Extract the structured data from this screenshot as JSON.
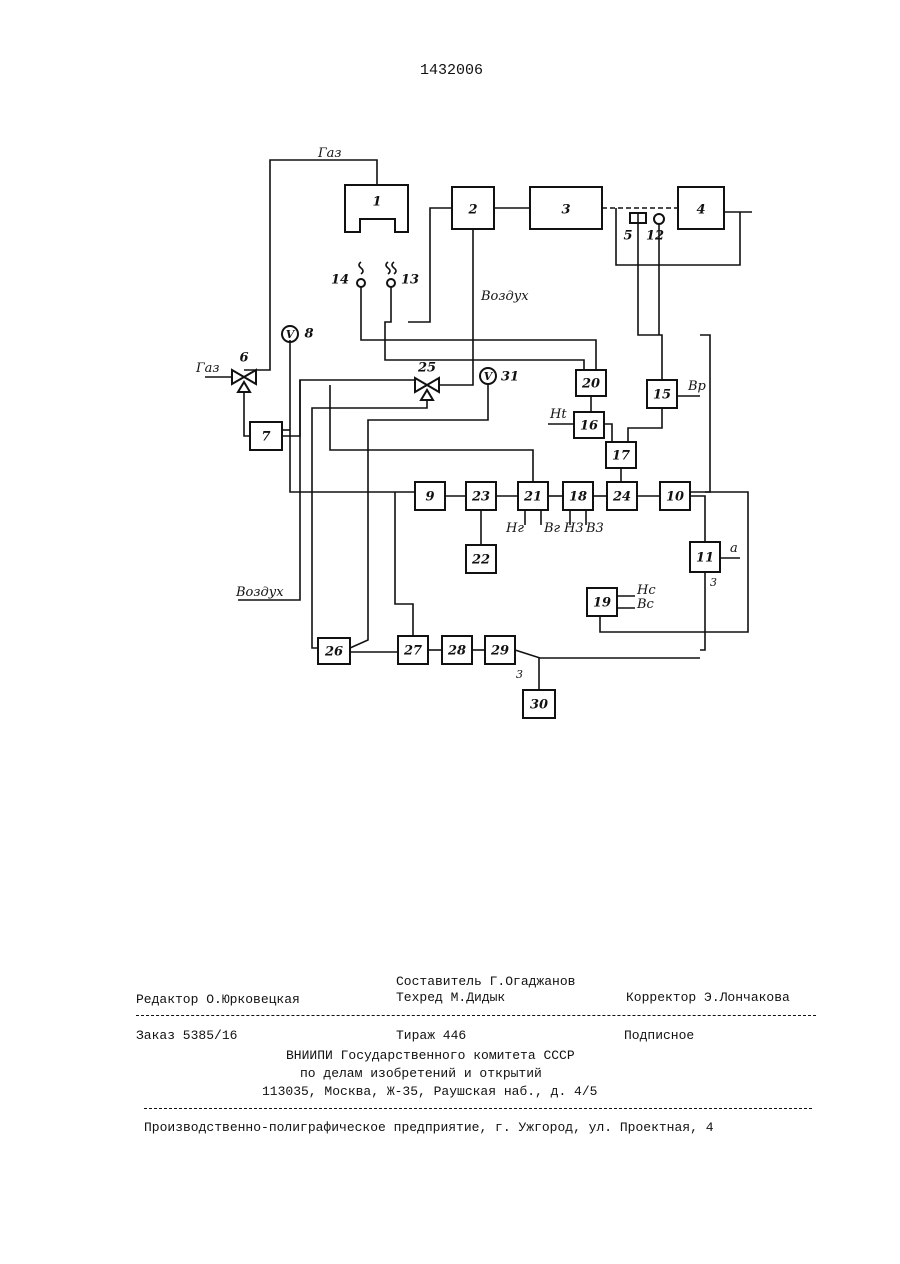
{
  "patent_number": "1432006",
  "diagram": {
    "blocks": [
      {
        "id": "1",
        "label": "1"
      },
      {
        "id": "2",
        "label": "2"
      },
      {
        "id": "3",
        "label": "3"
      },
      {
        "id": "4",
        "label": "4"
      },
      {
        "id": "5",
        "label": "5"
      },
      {
        "id": "6",
        "label": "6"
      },
      {
        "id": "7",
        "label": "7"
      },
      {
        "id": "8",
        "label": "8"
      },
      {
        "id": "9",
        "label": "9"
      },
      {
        "id": "10",
        "label": "10"
      },
      {
        "id": "11",
        "label": "11"
      },
      {
        "id": "12",
        "label": "12"
      },
      {
        "id": "13",
        "label": "13"
      },
      {
        "id": "14",
        "label": "14"
      },
      {
        "id": "15",
        "label": "15"
      },
      {
        "id": "16",
        "label": "16"
      },
      {
        "id": "17",
        "label": "17"
      },
      {
        "id": "18",
        "label": "18"
      },
      {
        "id": "19",
        "label": "19"
      },
      {
        "id": "20",
        "label": "20"
      },
      {
        "id": "21",
        "label": "21"
      },
      {
        "id": "22",
        "label": "22"
      },
      {
        "id": "23",
        "label": "23"
      },
      {
        "id": "24",
        "label": "24"
      },
      {
        "id": "25",
        "label": "25"
      },
      {
        "id": "26",
        "label": "26"
      },
      {
        "id": "27",
        "label": "27"
      },
      {
        "id": "28",
        "label": "28"
      },
      {
        "id": "29",
        "label": "29"
      },
      {
        "id": "30",
        "label": "30"
      },
      {
        "id": "31",
        "label": "31"
      }
    ],
    "labels": {
      "gas_top": "Газ",
      "gas_left": "Газ",
      "air_top": "Воздух",
      "air_bottom": "Воздух",
      "bp": "Вр",
      "ht": "Нt",
      "hf": "Нг",
      "bf": "Вг",
      "h3": "Н3",
      "b3": "В3",
      "hc": "Нс",
      "bc": "Вс",
      "a": "а",
      "v": "V",
      "three_a": "3",
      "three_b": "3"
    }
  },
  "footer": {
    "compiler": "Составитель Г.Огаджанов",
    "editor": "Редактор О.Юрковецкая",
    "techred": "Техред М.Дидык",
    "corrector": "Корректор  Э.Лончакова",
    "order": "Заказ 5385/16",
    "circulation": "Тираж 446",
    "subscription": "Подписное",
    "org1": "ВНИИПИ Государственного комитета СССР",
    "org2": "по делам изобретений и открытий",
    "address": "113035, Москва, Ж-35, Раушская наб., д. 4/5",
    "printer": "Производственно-полиграфическое предприятие, г. Ужгород, ул. Проектная, 4"
  }
}
